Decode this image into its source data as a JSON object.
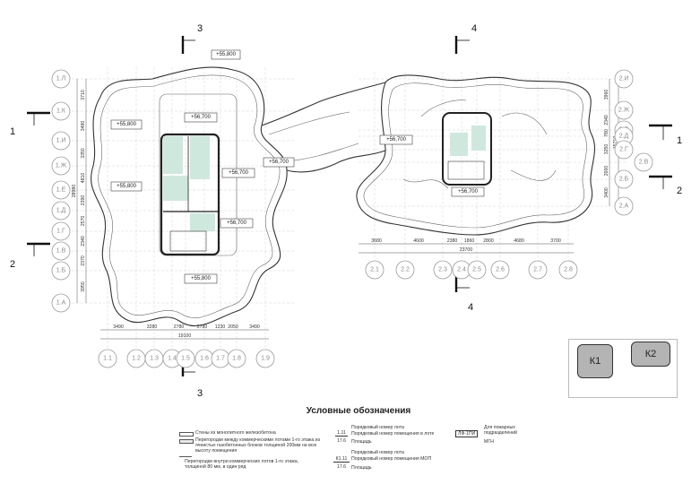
{
  "elevations": {
    "top": "+55,800",
    "b1_upper": "+56,700",
    "b1_left_upper": "+55,800",
    "b1_left_lower": "+55,800",
    "b1_right_upper": "+56,700",
    "b1_right_lower": "+56,700",
    "b1_bottom": "+55,800",
    "bridge": "+56,700",
    "b2_left": "+56,700",
    "b2_lower": "+56,700"
  },
  "sections": {
    "s1": "1",
    "s2": "2",
    "s3": "3",
    "s4": "4"
  },
  "axes": {
    "b1_rows": [
      "1.Л",
      "1.К",
      "1.И",
      "1.Ж",
      "1.Е",
      "1.Д",
      "1.Г",
      "1.В",
      "1.Б",
      "1.А"
    ],
    "b1_cols": [
      "1.1",
      "1.2",
      "1.3",
      "1.4",
      "1.5",
      "1.6",
      "1.7",
      "1.8",
      "1.9"
    ],
    "b2_rows": [
      "2.И",
      "2.Ж",
      "2.Е",
      "2.Д",
      "2.Г",
      "2.В",
      "2.Б",
      "2.А"
    ],
    "b2_cols": [
      "2.1",
      "2.2",
      "2.3",
      "2.4",
      "2.5",
      "2.6",
      "2.7",
      "2.8"
    ]
  },
  "dims": {
    "b1_bottom": [
      "3490",
      "3280",
      "2780",
      "2780",
      "1230",
      "2050",
      "3490"
    ],
    "b1_total": "19100",
    "b1_left": [
      "3710",
      "3490",
      "3350",
      "4810",
      "2390",
      "2570",
      "2340",
      "2370",
      "3950"
    ],
    "b1_left_total": "28980",
    "b2_bottom": [
      "3680",
      "4600",
      "2380",
      "1860",
      "2800",
      "4680",
      "3700"
    ],
    "b2_total": "23700",
    "b2_right": [
      "3960",
      "2340",
      "780",
      "3250",
      "2000",
      "3400"
    ],
    "b2_right_total": "15710"
  },
  "legend": {
    "title": "Условные обозначения",
    "walls": "Стены из монолитного железобетона",
    "partitions_200": "Перегородки между коммерческими лотами 1-го этажа из ячеистых газобетонных блоков толщиной 200мм на всю высоту помещения",
    "partitions_80": "Перегородки внутри коммерческих лотов 1-го этажа, толщиной 80 мм, в один ряд",
    "lot_label_num": "1.11",
    "lot_label_area": "17.6",
    "lot_label_t1": "Порядковый номер лота",
    "lot_label_t2": "Порядковый номер помещения в лоте",
    "lot_label_t3": "Площадь",
    "mop_label_num": "К1.11",
    "mop_label_area": "17.6",
    "mop_label_t1": "Порядковый номер лота",
    "mop_label_t2": "Порядковый номер помещения МОП",
    "mop_label_t3": "Площадь",
    "fire_code": "ЛФ-1ПИ",
    "fire_t1": "Для пожарных",
    "fire_t2": "подразделений",
    "mgn": "МГН"
  },
  "key_plan": {
    "k1": "К1",
    "k2": "К2"
  },
  "colors": {
    "mint": "#cfe8de",
    "key_fill": "#b4b4b4"
  }
}
